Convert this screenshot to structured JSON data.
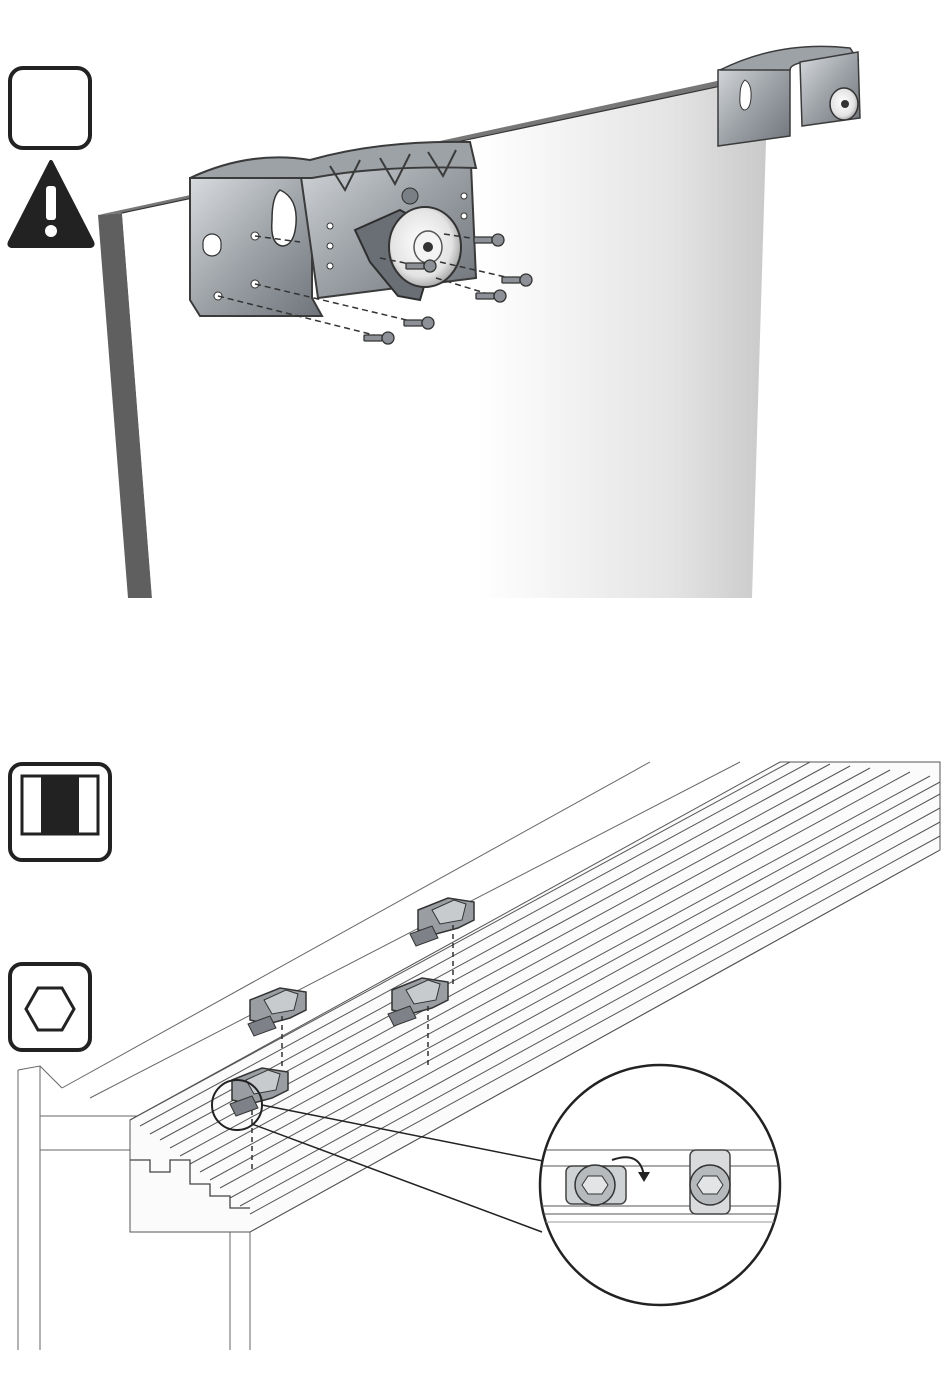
{
  "step_boxes": [
    {
      "icon": "blank-step-box",
      "label": ""
    },
    {
      "icon": "warning-icon",
      "label": ""
    },
    {
      "icon": "track-section-icon",
      "label": ""
    },
    {
      "icon": "hex-key-icon",
      "label": ""
    }
  ],
  "colors": {
    "ink": "#222222",
    "metal": "#8a8f96",
    "metal_light": "#c6cace",
    "door_edge": "#6d6d6d",
    "line": "#555555"
  },
  "illustrations": [
    {
      "name": "door-with-roller-brackets",
      "screws_per_bracket": 6
    },
    {
      "name": "top-track-with-clips",
      "clips": 4,
      "detail_zoom": "rotate-to-lock"
    }
  ]
}
